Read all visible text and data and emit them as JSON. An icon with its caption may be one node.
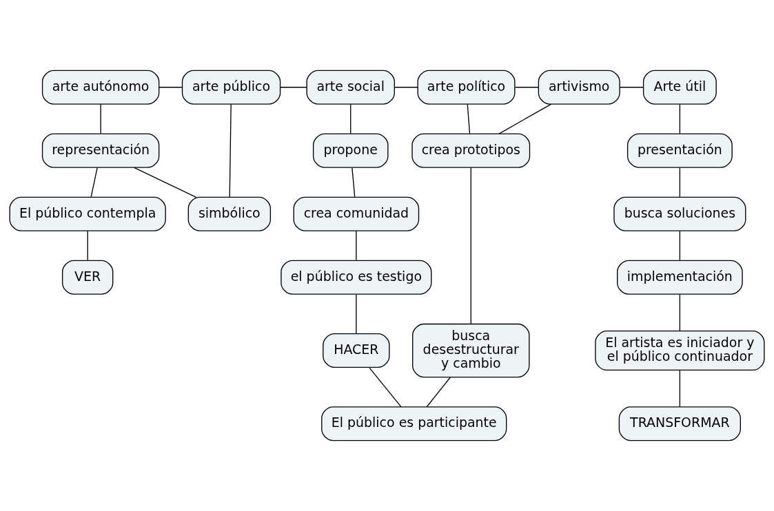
{
  "diagram": {
    "nodes": [
      {
        "text": [
          "arte autónomo"
        ]
      },
      {
        "text": [
          "arte público"
        ]
      },
      {
        "text": [
          "arte social"
        ]
      },
      {
        "text": [
          "arte político"
        ]
      },
      {
        "text": [
          "artivismo"
        ]
      },
      {
        "text": [
          "Arte útil"
        ]
      },
      {
        "text": [
          "representación"
        ]
      },
      {
        "text": [
          "simbólico"
        ]
      },
      {
        "text": [
          "propone"
        ]
      },
      {
        "text": [
          "El público contempla"
        ]
      },
      {
        "text": [
          "crea prototipos"
        ]
      },
      {
        "text": [
          "presentación"
        ]
      },
      {
        "text": [
          "crea comunidad"
        ]
      },
      {
        "text": [
          "busca soluciones"
        ]
      },
      {
        "text": [
          "VER"
        ]
      },
      {
        "text": [
          "implementación"
        ]
      },
      {
        "text": [
          "el público es testigo"
        ]
      },
      {
        "text": [
          "busca desestructurar y cambio"
        ]
      },
      {
        "text": [
          "El artista es iniciador y el público continuador"
        ]
      },
      {
        "text": [
          "HACER"
        ]
      },
      {
        "text": [
          "El público es participante"
        ]
      },
      {
        "text": [
          "TRANSFORMAR"
        ]
      }
    ],
    "edges": [
      {
        "from": 0,
        "to": 1,
        "arrow": "none"
      },
      {
        "from": 1,
        "to": 2,
        "arrow": "none"
      },
      {
        "from": 2,
        "to": 3,
        "arrow": "none"
      },
      {
        "from": 3,
        "to": 4,
        "arrow": "none"
      },
      {
        "from": 4,
        "to": 5,
        "arrow": "none"
      },
      {
        "from": 0,
        "to": 6,
        "arrow": "none"
      },
      {
        "from": 1,
        "to": 7,
        "arrow": "none"
      },
      {
        "from": 6,
        "to": 7,
        "arrow": "none"
      },
      {
        "from": 6,
        "to": 9,
        "arrow": "none"
      },
      {
        "from": 9,
        "to": 14,
        "arrow": "none"
      },
      {
        "from": 2,
        "to": 8,
        "arrow": "none"
      },
      {
        "from": 8,
        "to": 12,
        "arrow": "none"
      },
      {
        "from": 12,
        "to": 16,
        "arrow": "none"
      },
      {
        "from": 16,
        "to": 19,
        "arrow": "none"
      },
      {
        "from": 19,
        "to": 20,
        "arrow": "none"
      },
      {
        "from": 3,
        "to": 10,
        "arrow": "none"
      },
      {
        "from": 4,
        "to": 10,
        "arrow": "none"
      },
      {
        "from": 10,
        "to": 17,
        "arrow": "none"
      },
      {
        "from": 17,
        "to": 20,
        "arrow": "none"
      },
      {
        "from": 5,
        "to": 11,
        "arrow": "none"
      },
      {
        "from": 11,
        "to": 13,
        "arrow": "none"
      },
      {
        "from": 13,
        "to": 15,
        "arrow": "none"
      },
      {
        "from": 15,
        "to": 18,
        "arrow": "none"
      },
      {
        "from": 18,
        "to": 21,
        "arrow": "none"
      }
    ]
  }
}
